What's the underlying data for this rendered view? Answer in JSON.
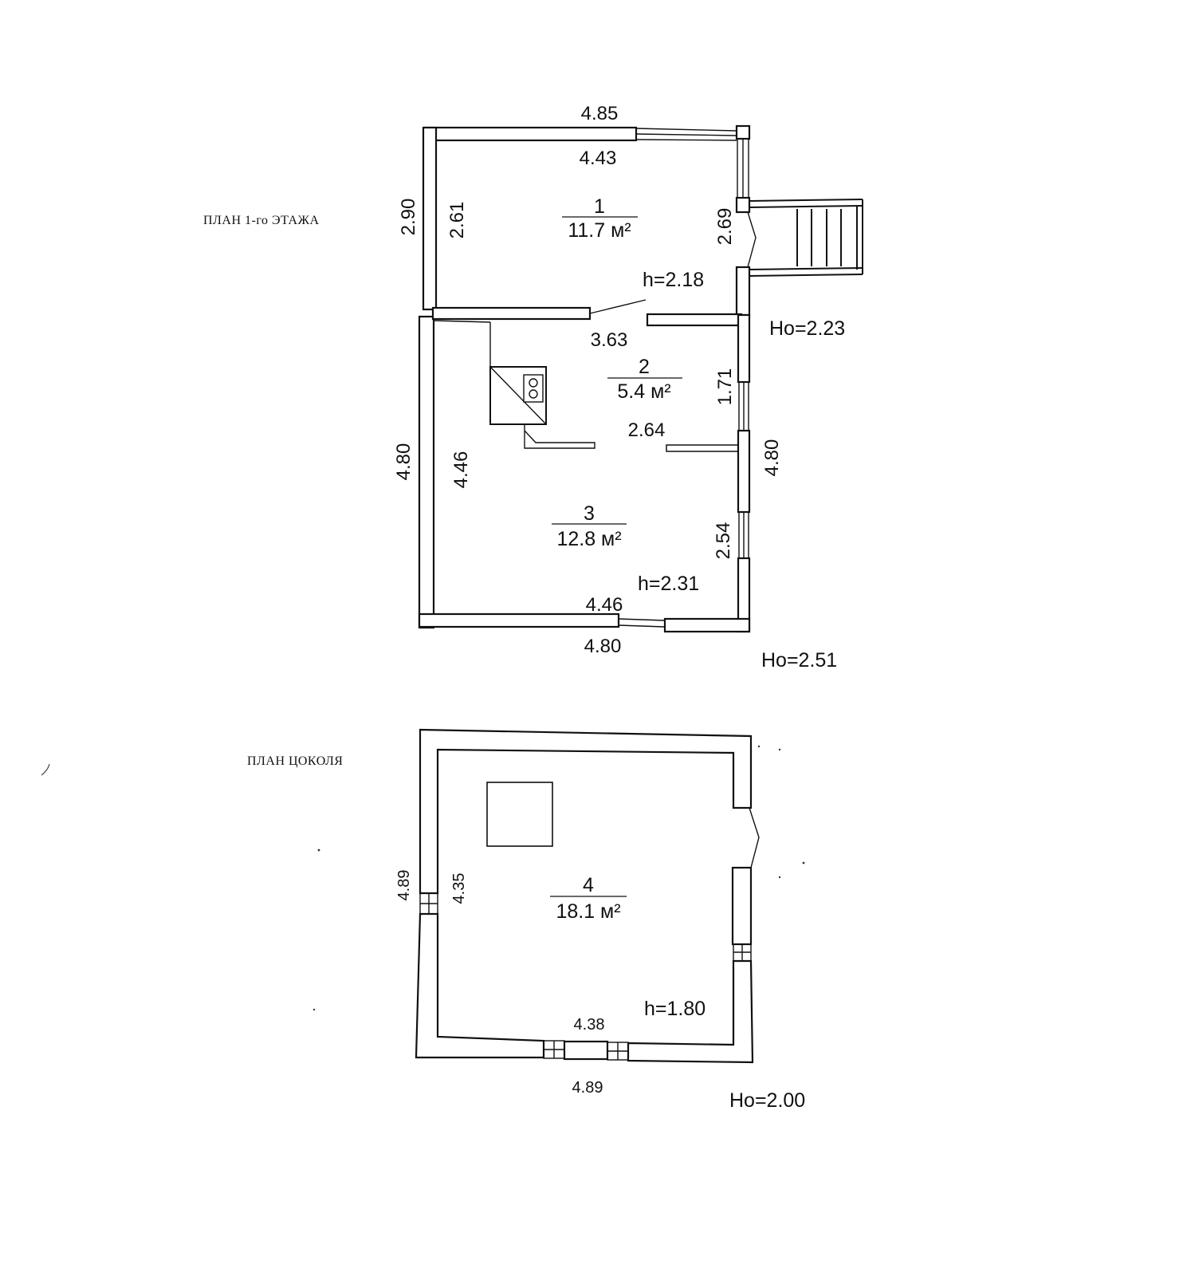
{
  "titles": {
    "first_floor": "ПЛАН 1-го ЭТАЖА",
    "basement": "ПЛАН ЦОКОЛЯ"
  },
  "first_floor": {
    "room1": {
      "number": "1",
      "area": "11.7 м²"
    },
    "room2": {
      "number": "2",
      "area": "5.4 м²"
    },
    "room3": {
      "number": "3",
      "area": "12.8 м²"
    },
    "dims": {
      "top_outer": "4.85",
      "top_inner": "4.43",
      "left_outer_upper": "2.90",
      "left_inner_upper": "2.61",
      "right_inner_upper": "2.69",
      "partition": "3.63",
      "right_inner_mid": "1.71",
      "corridor": "2.64",
      "left_outer_lower": "4.80",
      "left_inner_lower": "4.46",
      "right_outer_lower": "4.80",
      "right_inner_lower": "2.54",
      "bottom_inner": "4.46",
      "bottom_outer": "4.80"
    },
    "heights": {
      "room1_h": "h=2.18",
      "room3_h": "h=2.31",
      "ho_porch": "Ho=2.23",
      "ho_floor": "Ho=2.51"
    }
  },
  "basement": {
    "room4": {
      "number": "4",
      "area": "18.1 м²"
    },
    "dims": {
      "left_outer": "4.89",
      "left_inner": "4.35",
      "bottom_inner": "4.38",
      "bottom_outer": "4.89"
    },
    "heights": {
      "room_h": "h=1.80",
      "ho": "Ho=2.00"
    }
  }
}
